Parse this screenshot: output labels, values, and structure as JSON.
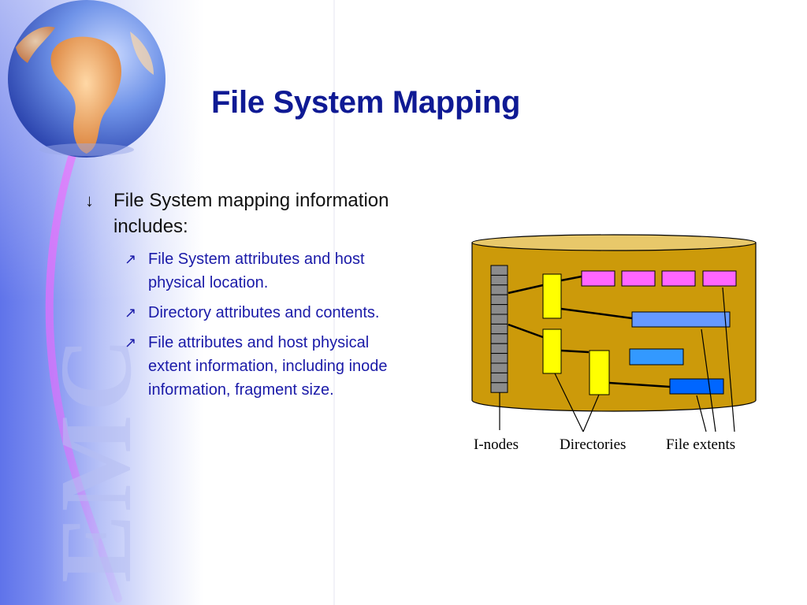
{
  "slide": {
    "title": "File System Mapping",
    "bullet": {
      "marker": "↓",
      "text": "File System mapping information includes:",
      "sub_marker": "↗",
      "items": [
        "File System attributes and host physical location.",
        "Directory attributes and contents.",
        "File attributes and host physical extent information, including inode information, fragment size."
      ]
    }
  },
  "diagram": {
    "labels": {
      "inodes": "I-nodes",
      "directories": "Directories",
      "file_extents": "File extents"
    },
    "colors": {
      "disk_fill": "#cc9a0a",
      "inode_fill": "#8c8c8c",
      "directory_fill": "#ffff00",
      "extent_pink": "#ff66ff",
      "extent_blue": "#6699ff",
      "extent_light_blue": "#3399ff",
      "extent_dark_blue": "#0066ff"
    }
  },
  "background": {
    "watermark": "EMC"
  }
}
